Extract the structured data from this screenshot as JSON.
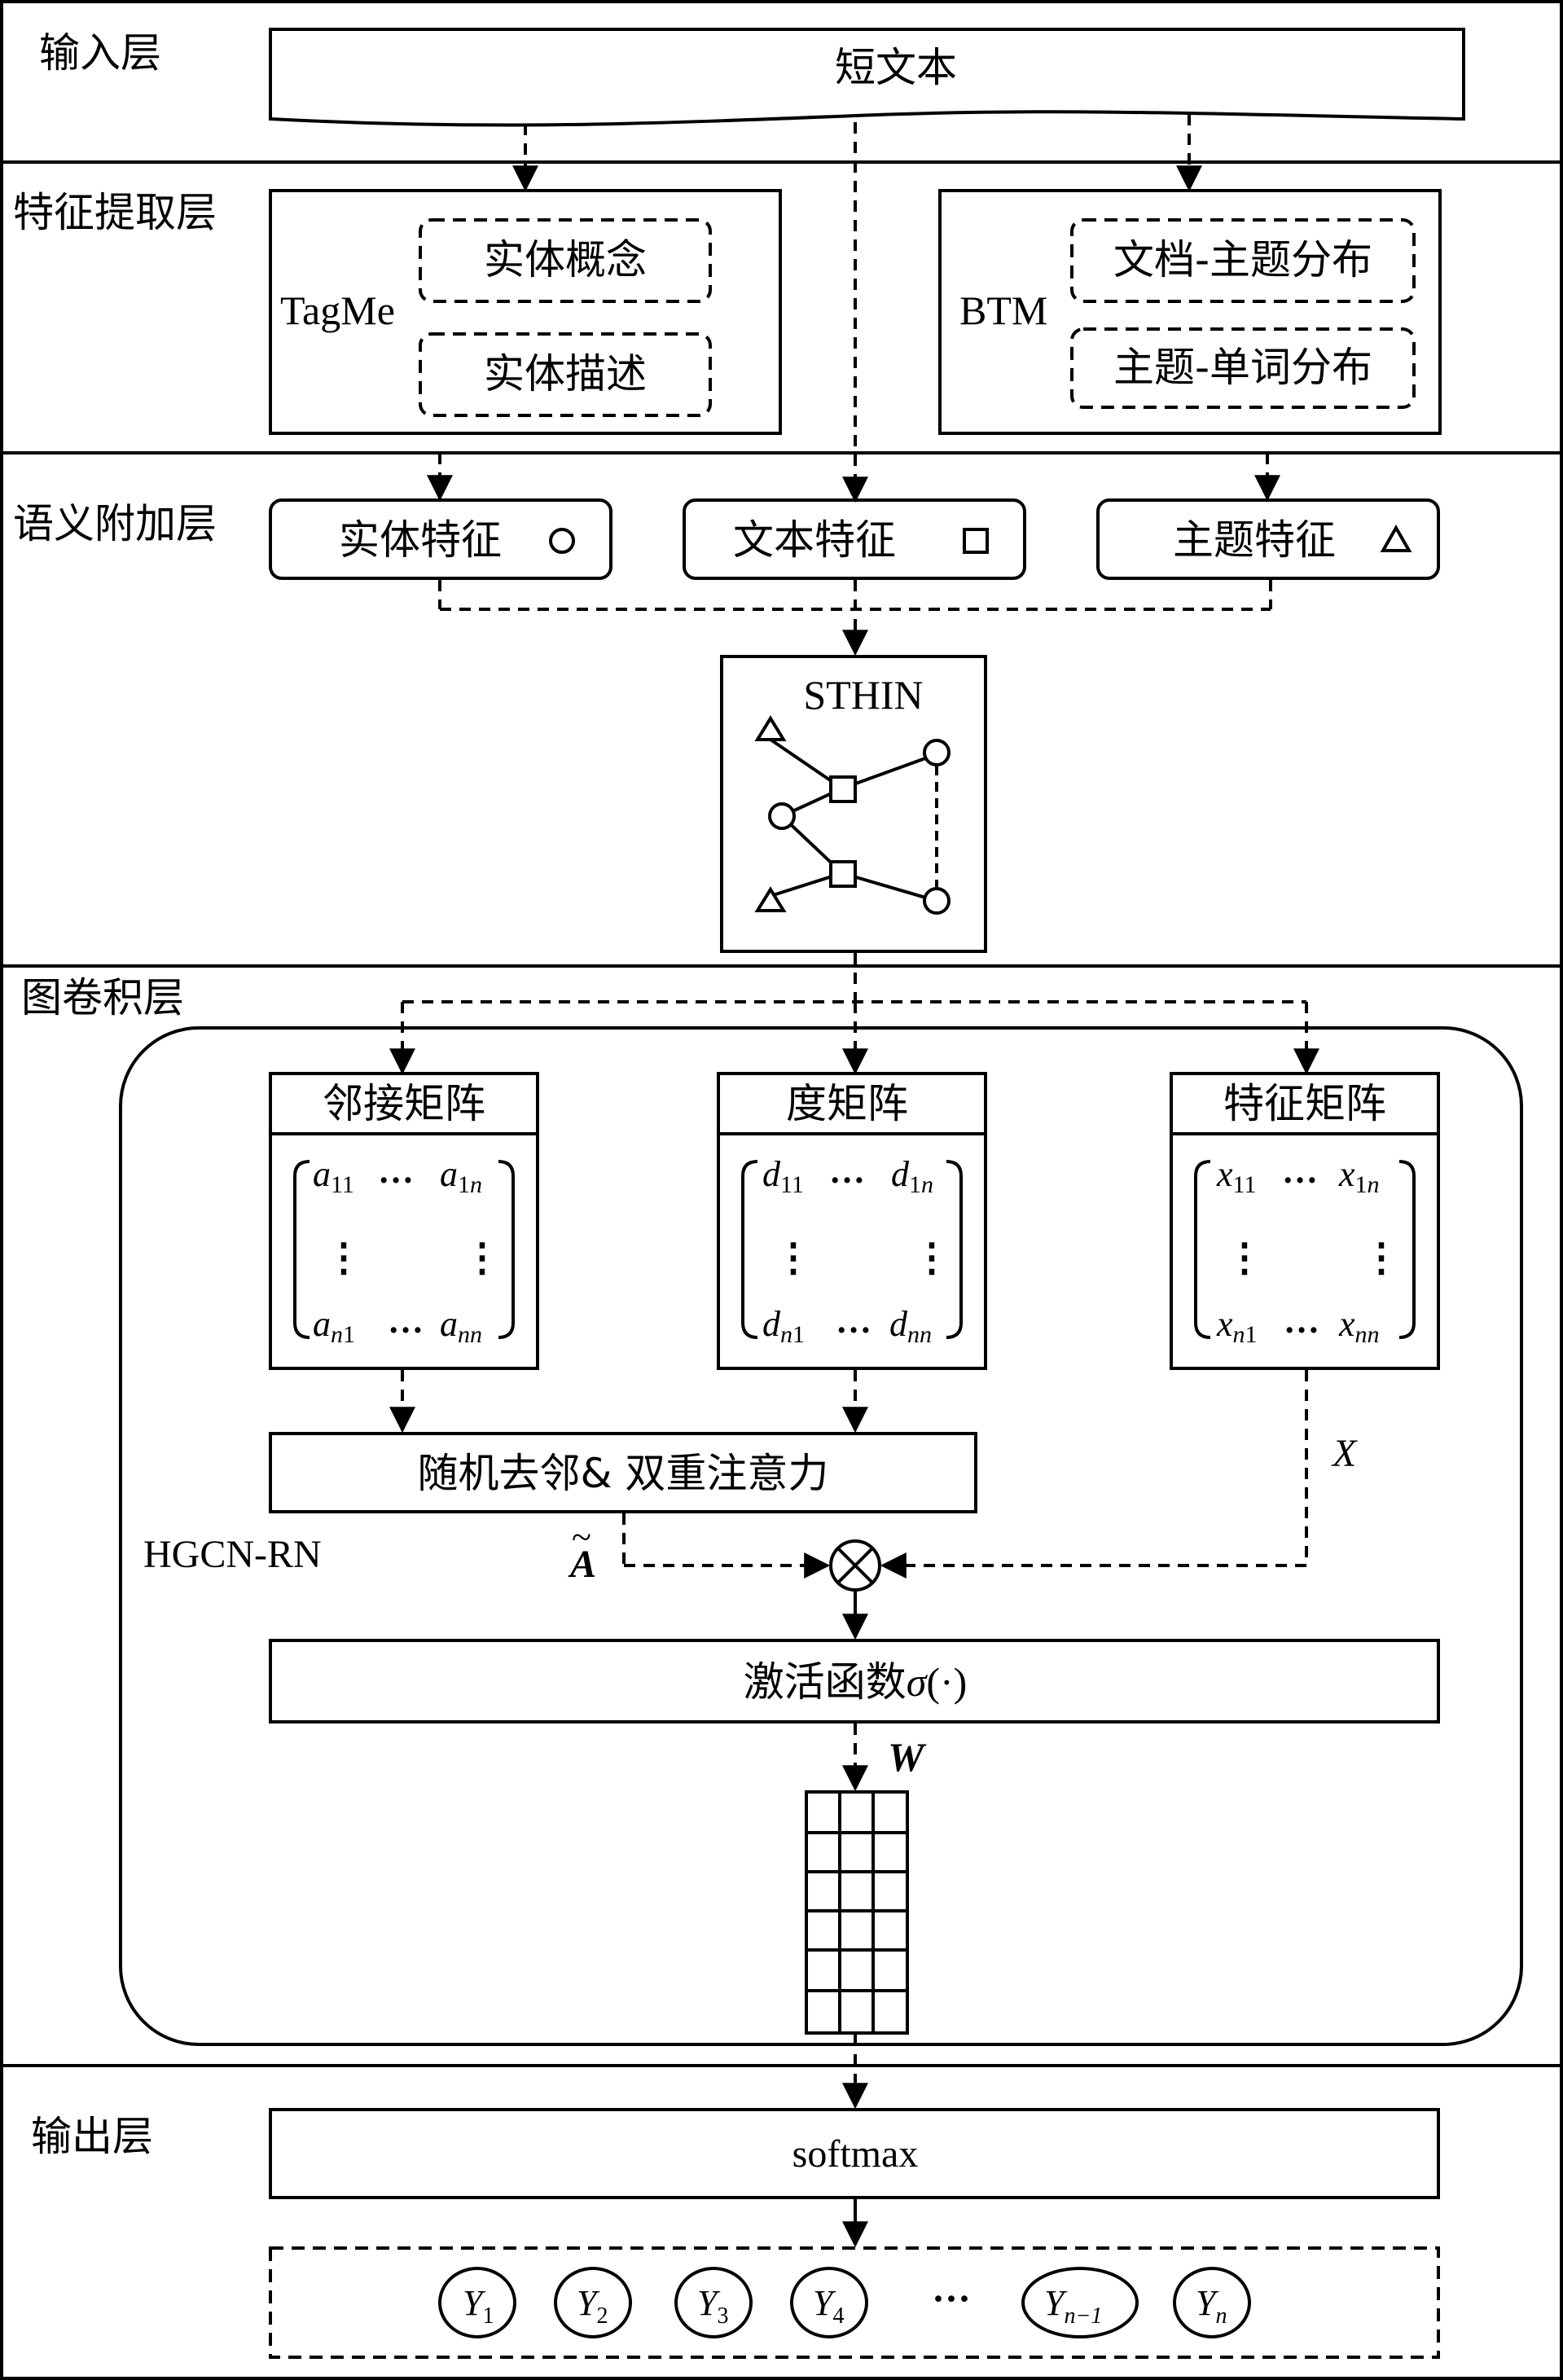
{
  "layers": {
    "input": "输入层",
    "feature_extraction": "特征提取层",
    "semantic_addition": "语义附加层",
    "graph_convolution": "图卷积层",
    "output": "输出层"
  },
  "input_layer": {
    "short_text": "短文本"
  },
  "feature_extraction": {
    "tagme": {
      "label": "TagMe",
      "items": [
        "实体概念",
        "实体描述"
      ]
    },
    "btm": {
      "label": "BTM",
      "items": [
        "文档-主题分布",
        "主题-单词分布"
      ]
    }
  },
  "semantic_features": [
    {
      "label": "实体特征",
      "symbol": "circle"
    },
    {
      "label": "文本特征",
      "symbol": "square"
    },
    {
      "label": "主题特征",
      "symbol": "triangle"
    }
  ],
  "sthin": {
    "label": "STHIN"
  },
  "graph_conv": {
    "model_label": "HGCN-RN",
    "matrices": [
      {
        "title": "邻接矩阵",
        "entries": {
          "tl": "a",
          "tl_sub": "11",
          "tr": "a",
          "tr_sub1": "1",
          "tr_sub2": "n",
          "bl": "a",
          "bl_sub1": "n",
          "bl_sub2": "1",
          "br": "a",
          "br_sub": "nn"
        }
      },
      {
        "title": "度矩阵",
        "entries": {
          "tl": "d",
          "tl_sub": "11",
          "tr": "d",
          "tr_sub1": "1",
          "tr_sub2": "n",
          "bl": "d",
          "bl_sub1": "n",
          "bl_sub2": "1",
          "br": "d",
          "br_sub": "nn"
        }
      },
      {
        "title": "特征矩阵",
        "entries": {
          "tl": "x",
          "tl_sub": "11",
          "tr": "x",
          "tr_sub1": "1",
          "tr_sub2": "n",
          "bl": "x",
          "bl_sub1": "n",
          "bl_sub2": "1",
          "br": "x",
          "br_sub": "nn"
        }
      }
    ],
    "ellipsis_h": "…",
    "ellipsis_v": "⋮",
    "random_drop_attention": "随机去邻& 双重注意力",
    "a_tilde": "A",
    "tilde": "~",
    "x_label": "X",
    "otimes": "⊗",
    "activation": {
      "text": "激活函数",
      "sigma": "σ",
      "arg": "(·)"
    },
    "w_label": "W"
  },
  "output_layer": {
    "softmax": "softmax",
    "outputs": [
      {
        "base": "Y",
        "sub": "1"
      },
      {
        "base": "Y",
        "sub": "2"
      },
      {
        "base": "Y",
        "sub": "3"
      },
      {
        "base": "Y",
        "sub": "4"
      },
      {
        "ellipsis": "···"
      },
      {
        "base": "Y",
        "sub": "n−1"
      },
      {
        "base": "Y",
        "sub": "n"
      }
    ]
  }
}
